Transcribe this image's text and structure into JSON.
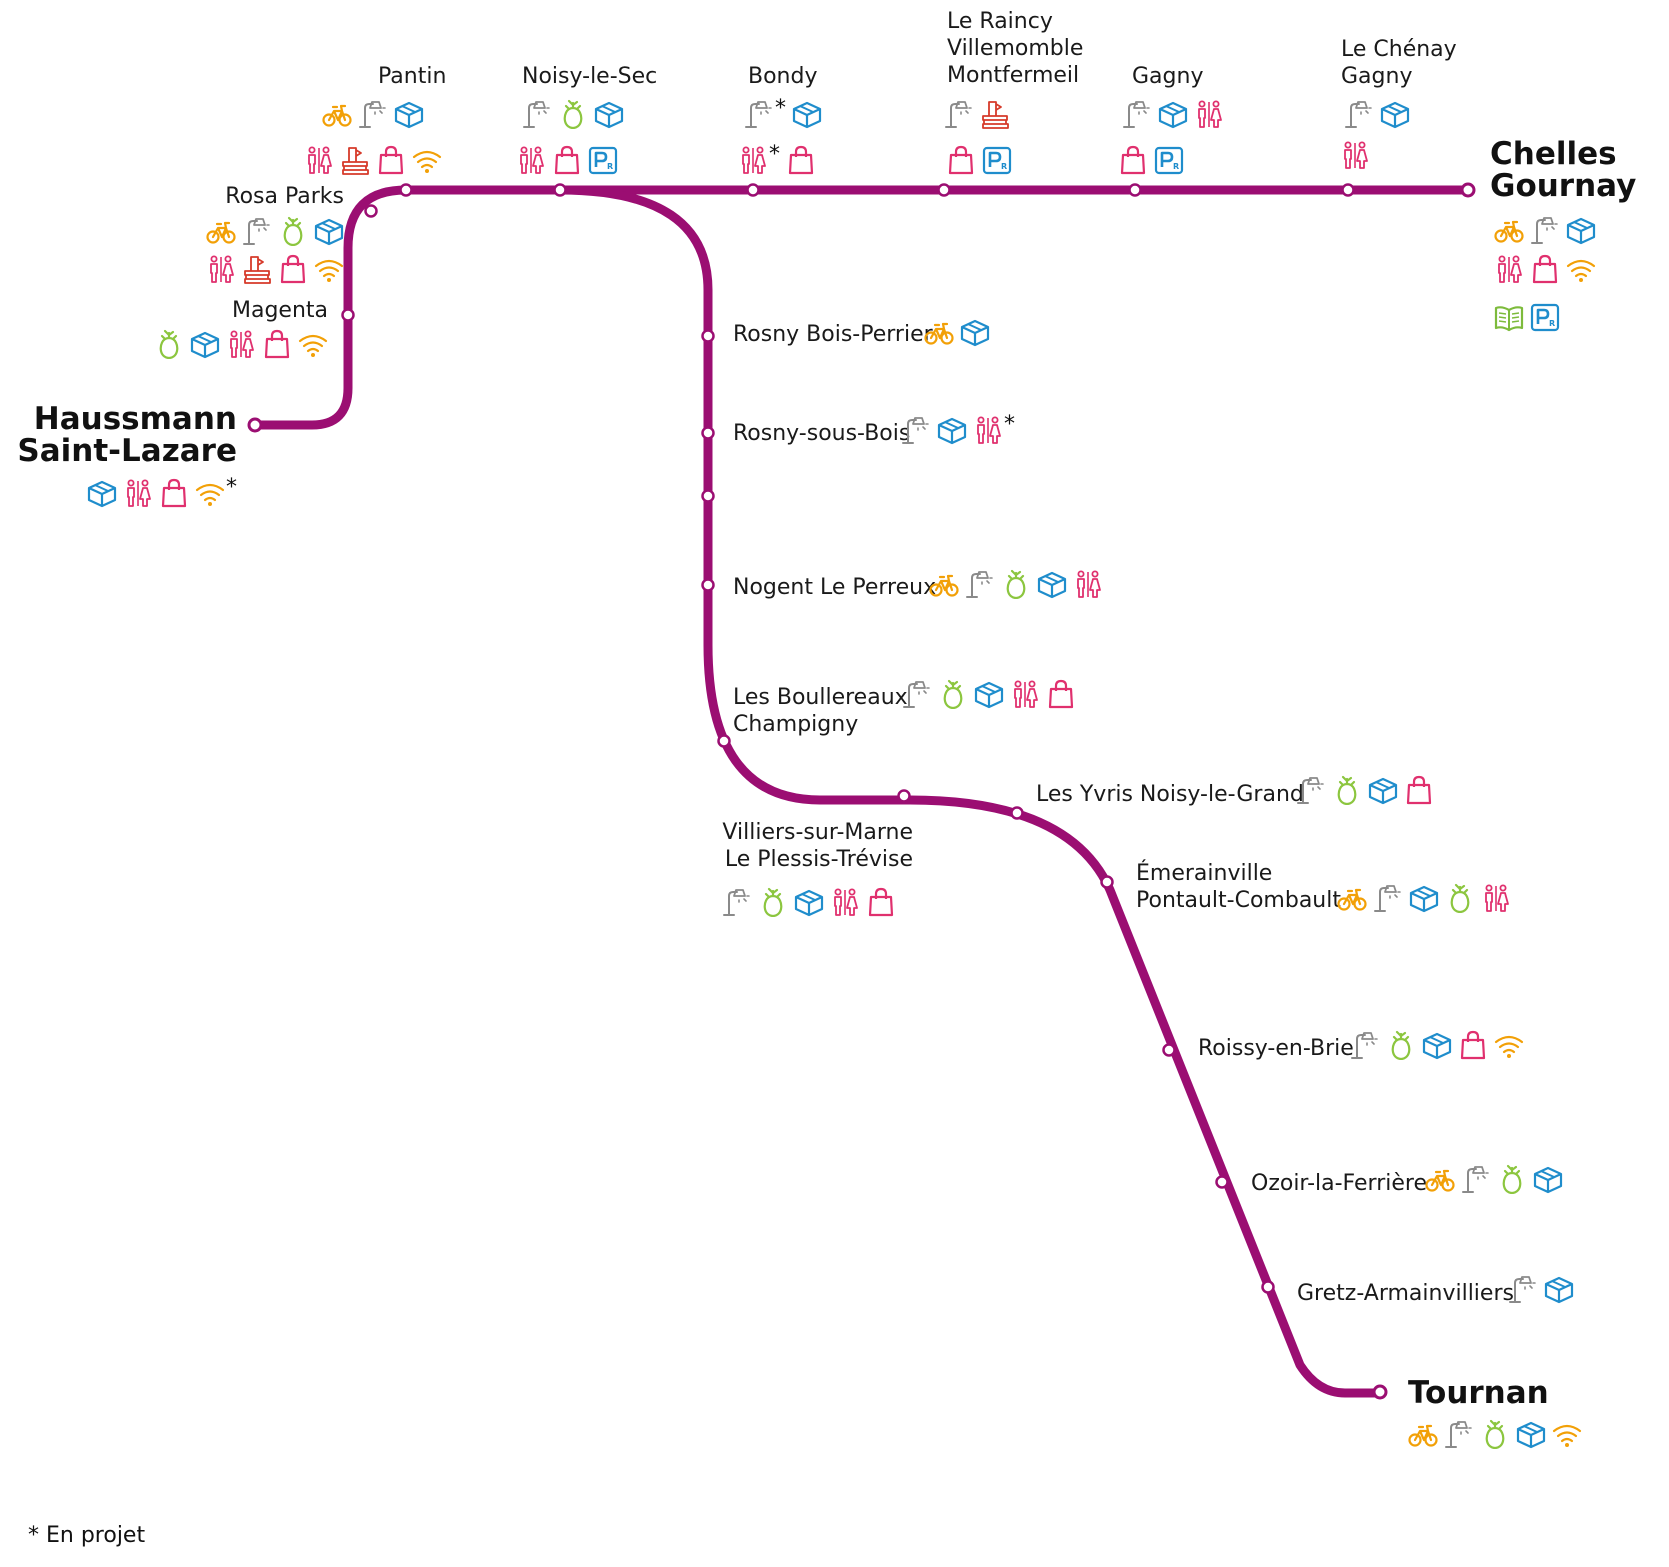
{
  "line_color": "#9b0e72",
  "icon_colors": {
    "bike": "#f2a007",
    "lamp": "#8a8a8a",
    "vegetable": "#8cc63f",
    "box": "#1f8dcc",
    "toilet": "#e0306e",
    "bag": "#e0306e",
    "library": "#d63a2a",
    "wifi": "#f2a007",
    "book": "#7dbb3c",
    "parking": "#1f8dcc"
  },
  "icon_names": {
    "bike": "bike-icon",
    "lamp": "lamp-icon",
    "vegetable": "vegetable-icon",
    "box": "parcel-box-icon",
    "toilet": "toilet-icon",
    "bag": "shopping-bag-icon",
    "library": "book-stack-icon",
    "wifi": "wifi-icon",
    "book": "open-book-icon",
    "parking": "park-and-ride-icon"
  },
  "note": "* En projet",
  "stations": [
    {
      "id": "haussmann",
      "lines": [
        "Haussmann",
        "Saint-Lazare"
      ],
      "terminus": true,
      "icon_rows": [
        [
          "box",
          "toilet",
          "bag",
          "wifi",
          "*"
        ]
      ]
    },
    {
      "id": "magenta",
      "lines": [
        "Magenta"
      ],
      "icon_rows": [
        [
          "vegetable",
          "box",
          "toilet",
          "bag",
          "wifi"
        ]
      ]
    },
    {
      "id": "rosa-parks",
      "lines": [
        "Rosa Parks"
      ],
      "icon_rows": [
        [
          "bike",
          "lamp",
          "vegetable",
          "box"
        ],
        [
          "toilet",
          "library",
          "bag",
          "wifi"
        ]
      ]
    },
    {
      "id": "pantin",
      "lines": [
        "Pantin"
      ],
      "icon_rows": [
        [
          "bike",
          "lamp",
          "box"
        ],
        [
          "toilet",
          "library",
          "bag",
          "wifi"
        ]
      ]
    },
    {
      "id": "noisy-le-sec",
      "lines": [
        "Noisy-le-Sec"
      ],
      "icon_rows": [
        [
          "lamp",
          "vegetable",
          "box"
        ],
        [
          "toilet",
          "bag",
          "parking"
        ]
      ]
    },
    {
      "id": "bondy",
      "lines": [
        "Bondy"
      ],
      "icon_rows": [
        [
          "lamp",
          "*",
          "box"
        ],
        [
          "toilet",
          "*",
          "bag"
        ]
      ]
    },
    {
      "id": "le-raincy",
      "lines": [
        "Le Raincy",
        "Villemomble",
        "Montfermeil"
      ],
      "icon_rows": [
        [
          "lamp",
          "library"
        ],
        [
          "bag",
          "parking"
        ]
      ]
    },
    {
      "id": "gagny",
      "lines": [
        "Gagny"
      ],
      "icon_rows": [
        [
          "lamp",
          "box",
          "toilet"
        ],
        [
          "bag",
          "parking"
        ]
      ]
    },
    {
      "id": "le-chenay",
      "lines": [
        "Le Chénay",
        "Gagny"
      ],
      "icon_rows": [
        [
          "lamp",
          "box"
        ],
        [
          "toilet"
        ]
      ]
    },
    {
      "id": "chelles",
      "lines": [
        "Chelles",
        "Gournay"
      ],
      "terminus": true,
      "icon_rows": [
        [
          "bike",
          "lamp",
          "box"
        ],
        [
          "toilet",
          "bag",
          "wifi"
        ],
        [
          "book",
          "parking"
        ]
      ]
    },
    {
      "id": "rosny-bois-perrier",
      "lines": [
        "Rosny Bois-Perrier"
      ],
      "icon_rows": [
        [
          "bike",
          "box"
        ]
      ]
    },
    {
      "id": "rosny-sous-bois",
      "lines": [
        "Rosny-sous-Bois"
      ],
      "icon_rows": [
        [
          "lamp",
          "box",
          "toilet",
          "*"
        ]
      ]
    },
    {
      "id": "nogent",
      "lines": [
        "Nogent Le Perreux"
      ],
      "icon_rows": [
        [
          "bike",
          "lamp",
          "vegetable",
          "box",
          "toilet"
        ]
      ]
    },
    {
      "id": "boullereaux",
      "lines": [
        "Les Boullereaux",
        "Champigny"
      ],
      "icon_rows": [
        [
          "lamp",
          "vegetable",
          "box",
          "toilet",
          "bag"
        ]
      ]
    },
    {
      "id": "villiers",
      "lines": [
        "Villiers-sur-Marne",
        "Le Plessis-Trévise"
      ],
      "icon_rows": [
        [
          "lamp",
          "vegetable",
          "box",
          "toilet",
          "bag"
        ]
      ]
    },
    {
      "id": "yvris",
      "lines": [
        "Les Yvris  Noisy-le-Grand"
      ],
      "icon_rows": [
        [
          "lamp",
          "vegetable",
          "box",
          "bag"
        ]
      ]
    },
    {
      "id": "emerainville",
      "lines": [
        "Émerainville",
        "Pontault-Combault"
      ],
      "icon_rows": [
        [
          "bike",
          "lamp",
          "box",
          "vegetable",
          "toilet"
        ]
      ]
    },
    {
      "id": "roissy",
      "lines": [
        "Roissy-en-Brie"
      ],
      "icon_rows": [
        [
          "lamp",
          "vegetable",
          "box",
          "bag",
          "wifi"
        ]
      ]
    },
    {
      "id": "ozoir",
      "lines": [
        "Ozoir-la-Ferrière"
      ],
      "icon_rows": [
        [
          "bike",
          "lamp",
          "vegetable",
          "box"
        ]
      ]
    },
    {
      "id": "gretz",
      "lines": [
        "Gretz-Armainvilliers"
      ],
      "icon_rows": [
        [
          "lamp",
          "box"
        ]
      ]
    },
    {
      "id": "tournan",
      "lines": [
        "Tournan"
      ],
      "terminus": true,
      "icon_rows": [
        [
          "bike",
          "lamp",
          "vegetable",
          "box",
          "wifi"
        ]
      ]
    }
  ]
}
